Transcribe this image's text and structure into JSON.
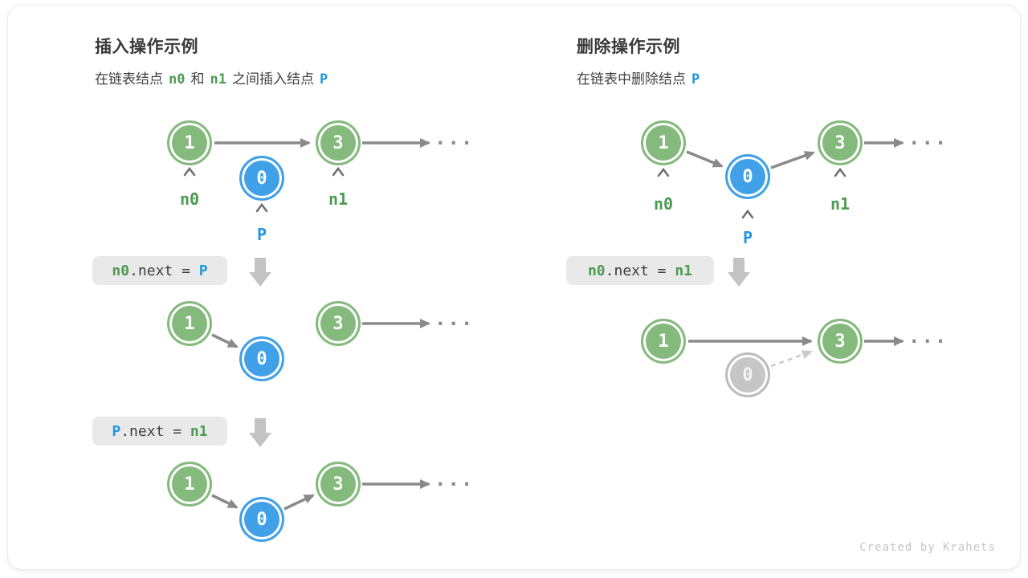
{
  "ellipsis": "...",
  "footer": {
    "credit": "Created by Krahets"
  },
  "colors": {
    "node_green": "#85ba7d",
    "node_blue": "#41a1e8",
    "node_gray": "#c6c6c6",
    "arrow_gray": "#8a8a8a",
    "dashed_gray": "#cbcbcb",
    "text_green": "#4d9b51",
    "text_blue": "#2196e0",
    "code_bg": "#e9e9e9"
  },
  "insert": {
    "title": "插入操作示例",
    "subtitle": {
      "pre": "在链表结点",
      "n0": "n0",
      "mid": "和",
      "n1": "n1",
      "post": "之间插入结点",
      "p": "P"
    },
    "labels": {
      "n0": "n0",
      "n1": "n1",
      "p": "P"
    },
    "code1": {
      "lhs": "n0",
      "op": ".next = ",
      "rhs": "P"
    },
    "code2": {
      "lhs": "P",
      "op": ".next = ",
      "rhs": "n1"
    },
    "nodes": {
      "v1": "1",
      "v0": "0",
      "v3": "3"
    }
  },
  "delete": {
    "title": "删除操作示例",
    "subtitle": {
      "pre": "在链表中删除结点",
      "p": "P"
    },
    "labels": {
      "n0": "n0",
      "n1": "n1",
      "p": "P"
    },
    "code1": {
      "lhs": "n0",
      "op": ".next = ",
      "rhs": "n1"
    },
    "nodes": {
      "v1": "1",
      "v0": "0",
      "v3": "3"
    }
  }
}
